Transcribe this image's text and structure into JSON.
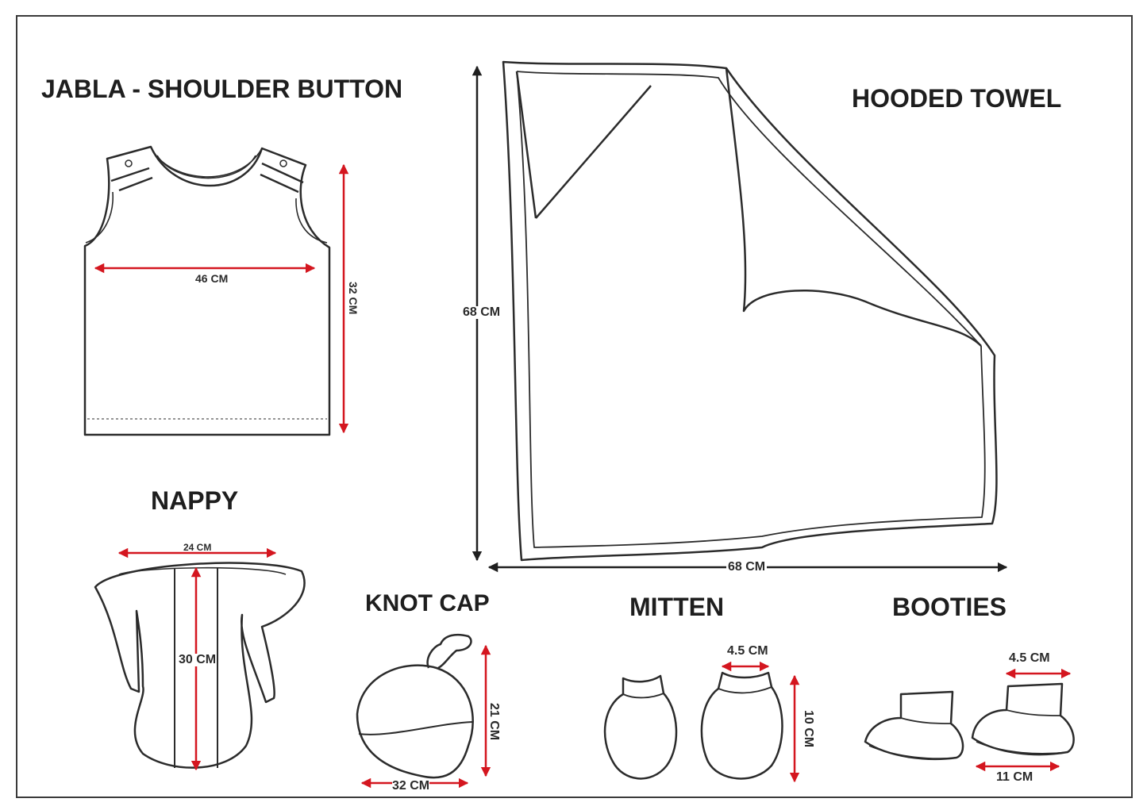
{
  "colors": {
    "outline": "#2b2b2b",
    "dimension_arrow": "#d4161f",
    "black_arrow": "#1f1f1f",
    "text": "#1e1e1e"
  },
  "items": {
    "jabla": {
      "title": "JABLA - SHOULDER BUTTON",
      "width": "46 CM",
      "height": "32 CM"
    },
    "towel": {
      "title": "HOODED TOWEL",
      "height": "68 CM",
      "width": "68 CM"
    },
    "nappy": {
      "title": "NAPPY",
      "width": "24 CM",
      "height": "30 CM"
    },
    "knotcap": {
      "title": "KNOT CAP",
      "width": "32 CM",
      "height": "21 CM"
    },
    "mitten": {
      "title": "MITTEN",
      "width": "4.5 CM",
      "height": "10 CM"
    },
    "booties": {
      "title": "BOOTIES",
      "top_width": "4.5 CM",
      "bottom_width": "11 CM"
    }
  }
}
